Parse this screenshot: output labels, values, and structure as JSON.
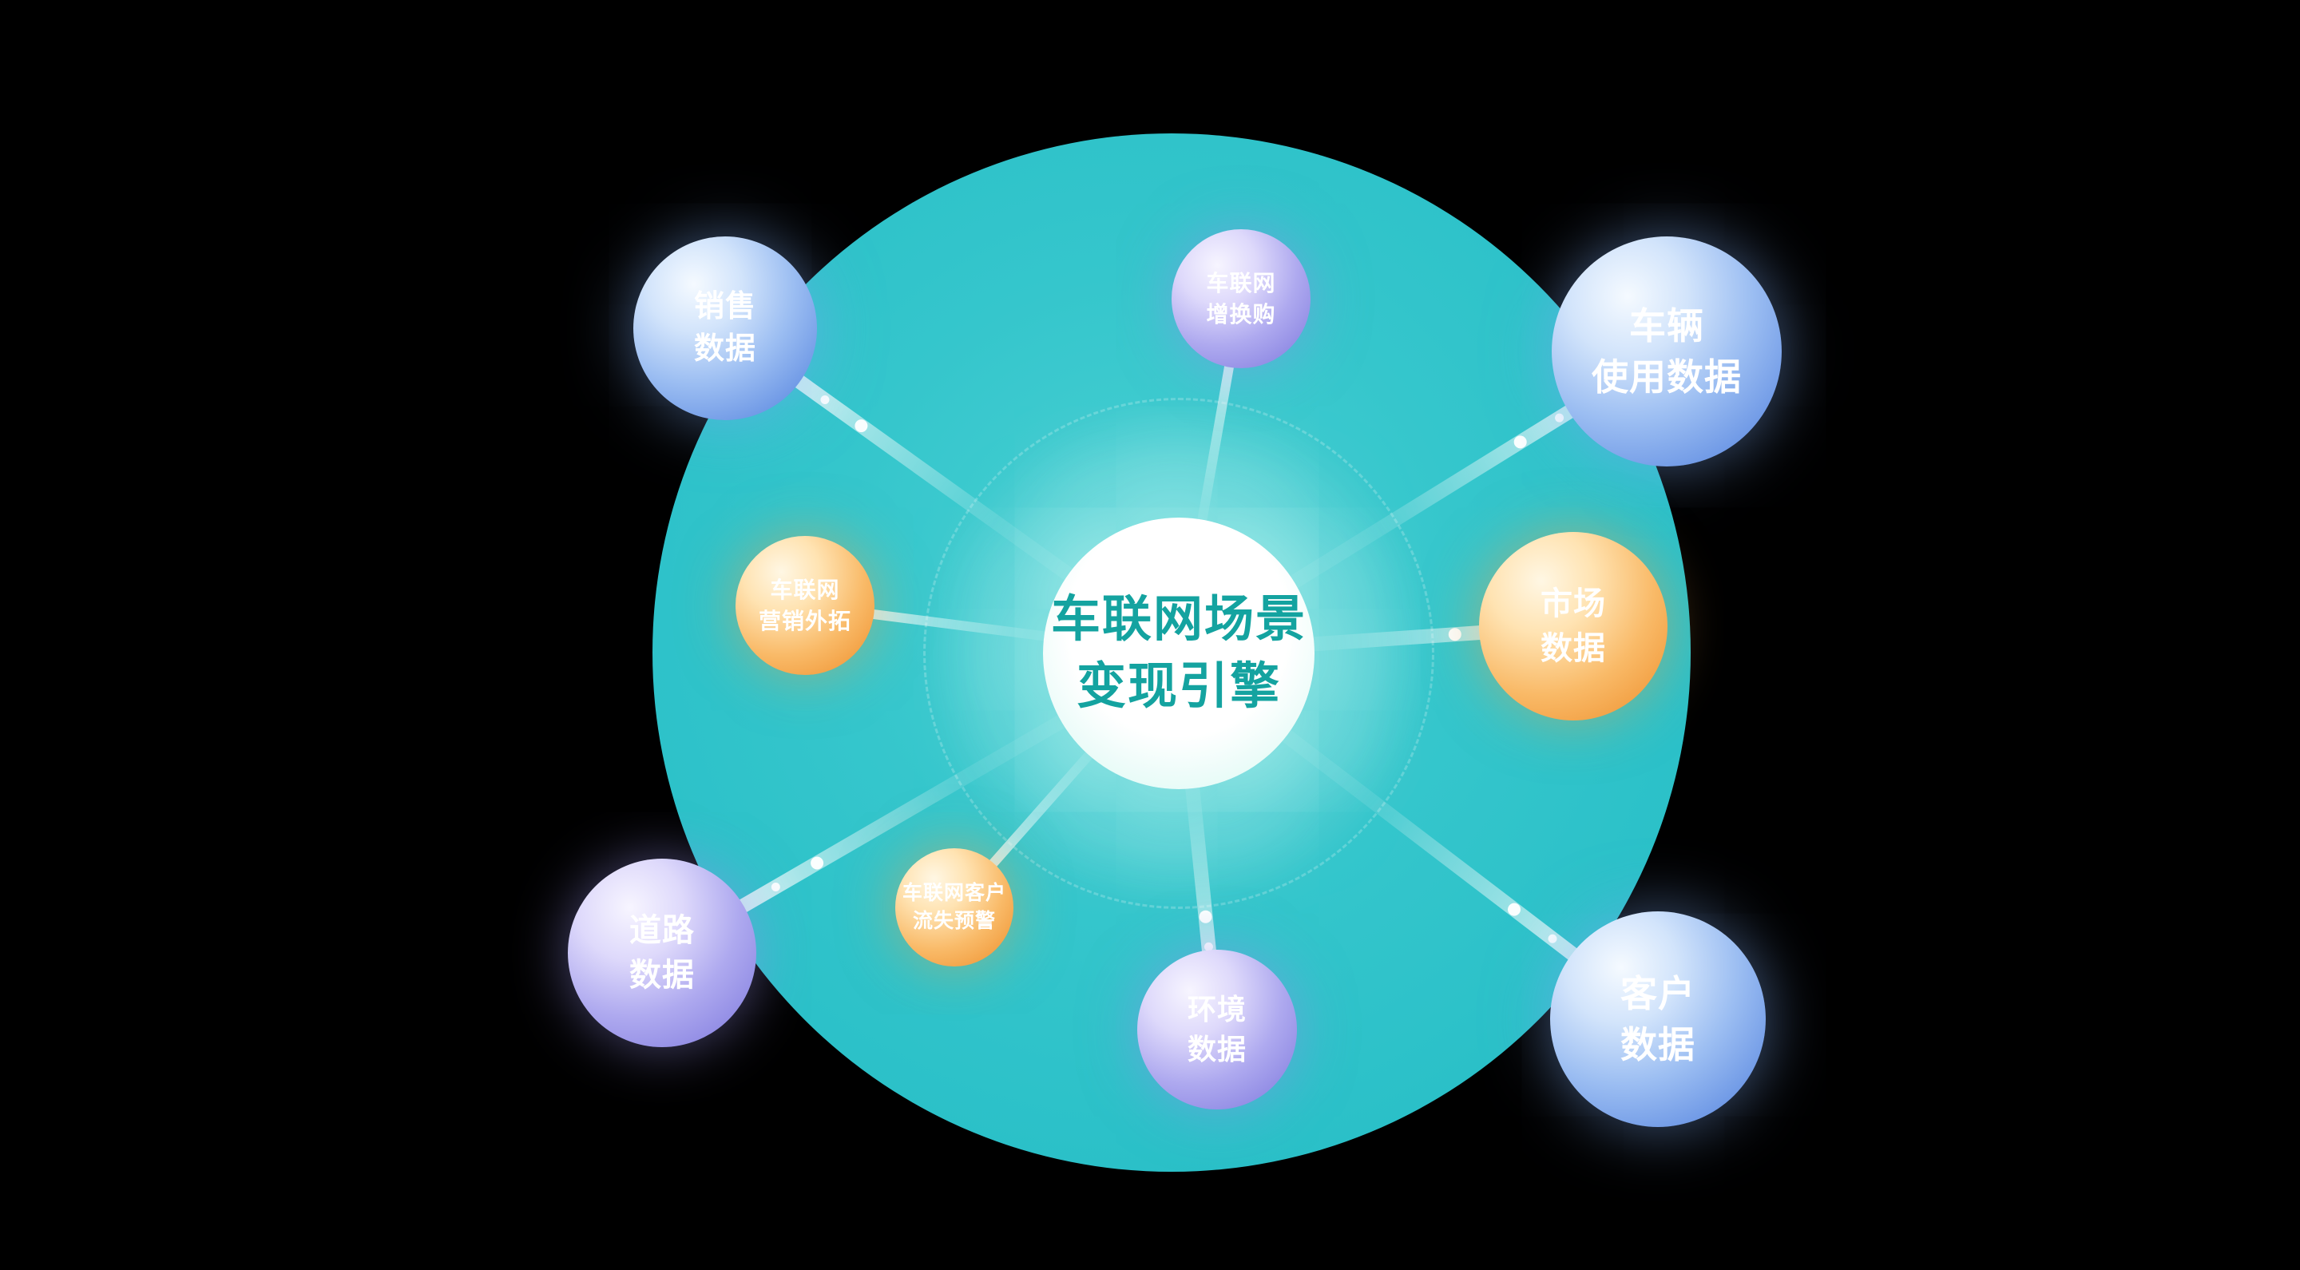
{
  "diagram": {
    "center": {
      "label": "车联网场景\n变现引擎"
    },
    "nodes": {
      "sales": {
        "label": "销售\n数据",
        "theme": "blue"
      },
      "trade_in": {
        "label": "车联网\n增换购",
        "theme": "purple"
      },
      "vehicle_usage": {
        "label": "车辆\n使用数据",
        "theme": "blue"
      },
      "marketing_expansion": {
        "label": "车联网\n营销外拓",
        "theme": "orange"
      },
      "market": {
        "label": "市场\n数据",
        "theme": "orange"
      },
      "road": {
        "label": "道路\n数据",
        "theme": "purple"
      },
      "churn_warning": {
        "label": "车联网客户\n流失预警",
        "theme": "orange"
      },
      "environment": {
        "label": "环境\n数据",
        "theme": "purple"
      },
      "customer": {
        "label": "客户\n数据",
        "theme": "blue"
      }
    },
    "colors": {
      "background": "#000000",
      "disc_teal": "#2ac0c8",
      "bubble_blue": "#6190e2",
      "bubble_purple": "#8a85e1",
      "bubble_orange": "#f09a3c",
      "center_fill": "#ffffff",
      "center_text": "#14a3a0",
      "label_text": "#ffffff",
      "spoke": "#ffffff"
    }
  }
}
